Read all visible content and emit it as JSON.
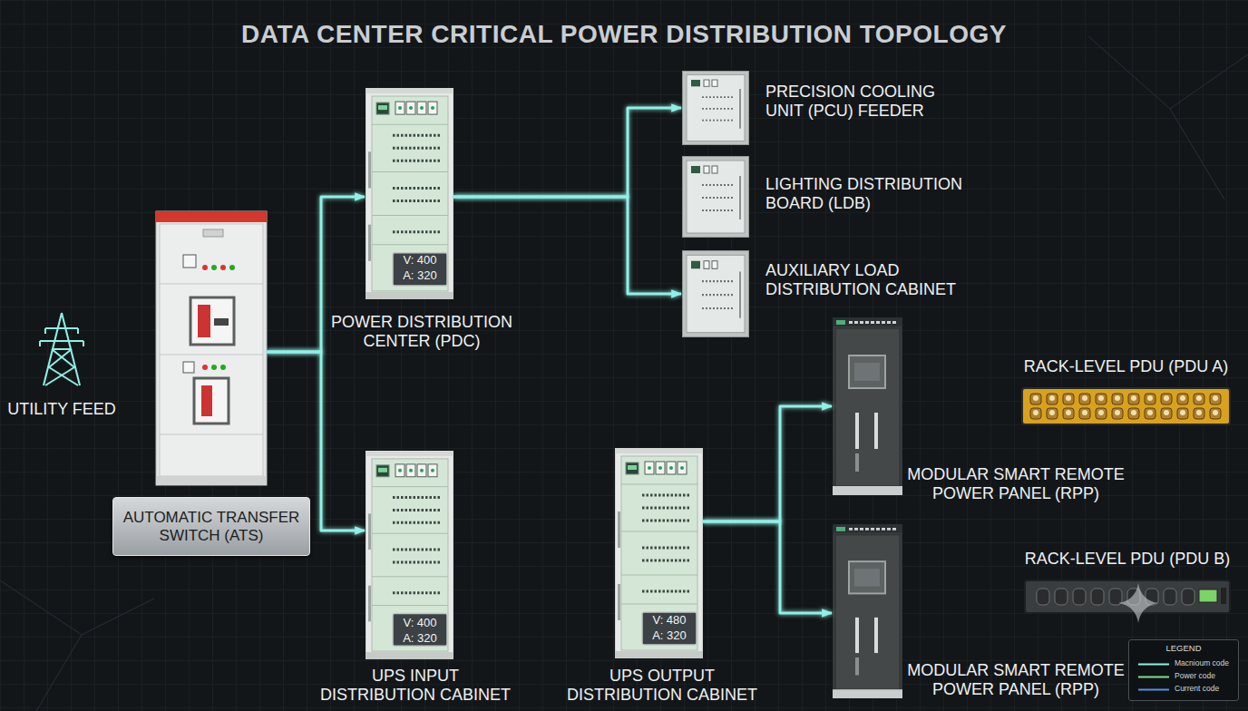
{
  "diagram": {
    "title": "DATA CENTER CRITICAL POWER DISTRIBUTION TOPOLOGY",
    "nodes": [
      {
        "text": [
          "UTILITY FEED"
        ]
      },
      {
        "text": [
          "AUTOMATIC TRANSFER SWITCH (ATS)"
        ]
      },
      {
        "text": [
          "V: 400",
          "A: 320",
          "POWER DISTRIBUTION CENTER (PDC)"
        ]
      },
      {
        "text": [
          "PRECISION COOLING UNIT (PCU) FEEDER"
        ]
      },
      {
        "text": [
          "LIGHTING DISTRIBUTION BOARD (LDB)"
        ]
      },
      {
        "text": [
          "AUXILIARY LOAD DISTRIBUTION CABINET"
        ]
      },
      {
        "text": [
          "V: 400",
          "A: 320",
          "UPS INPUT DISTRIBUTION CABINET"
        ]
      },
      {
        "text": [
          "V: 480",
          "A: 320",
          "UPS OUTPUT DISTRIBUTION CABINET"
        ]
      },
      {
        "text": [
          "MODULAR SMART REMOTE POWER PANEL (RPP)"
        ]
      },
      {
        "text": [
          "RACK-LEVEL PDU (PDU A)"
        ]
      },
      {
        "text": [
          "MODULAR SMART REMOTE POWER PANEL (RPP)"
        ]
      },
      {
        "text": [
          "RACK-LEVEL PDU (PDU B)"
        ]
      }
    ],
    "edges": [
      {
        "from": 0,
        "to": 1,
        "arrow": "to"
      },
      {
        "from": 1,
        "to": 2,
        "arrow": "to"
      },
      {
        "from": 1,
        "to": 6,
        "arrow": "to"
      },
      {
        "from": 2,
        "to": 3,
        "arrow": "to"
      },
      {
        "from": 2,
        "to": 4,
        "arrow": "to"
      },
      {
        "from": 2,
        "to": 5,
        "arrow": "to"
      },
      {
        "from": 6,
        "to": 7,
        "arrow": "to"
      },
      {
        "from": 7,
        "to": 8,
        "arrow": "to"
      },
      {
        "from": 7,
        "to": 10,
        "arrow": "to"
      },
      {
        "from": 8,
        "to": 9,
        "arrow": "to"
      },
      {
        "from": 10,
        "to": 11,
        "arrow": "to"
      }
    ],
    "labels": [
      "LEGEND"
    ],
    "legend": [
      {
        "text": "Macnioum code"
      },
      {
        "text": "Power code"
      },
      {
        "text": "Current code"
      }
    ]
  }
}
